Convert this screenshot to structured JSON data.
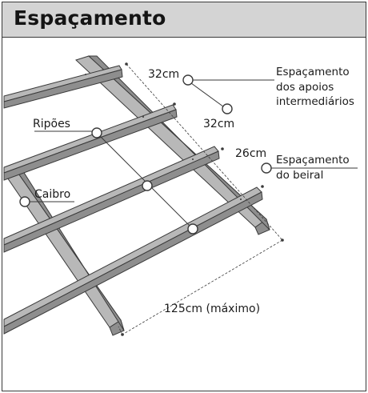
{
  "header": {
    "title": "Espaçamento"
  },
  "labels": {
    "ripoes": "Ripões",
    "caibro": "Caibro",
    "top_gap": "32cm",
    "mid_gap": "32cm",
    "eave_gap": "26cm",
    "max_length": "125cm (máximo)",
    "intermediate_spacing_line1": "Espaçamento",
    "intermediate_spacing_line2": "dos apoios",
    "intermediate_spacing_line3": "intermediários",
    "eave_spacing_line1": "Espaçamento",
    "eave_spacing_line2": "do beiral"
  },
  "colors": {
    "header_bg": "#d4d4d4",
    "wood_top": "#b8b8b8",
    "wood_side": "#8e8e8e",
    "outline": "#3a3a3a"
  }
}
